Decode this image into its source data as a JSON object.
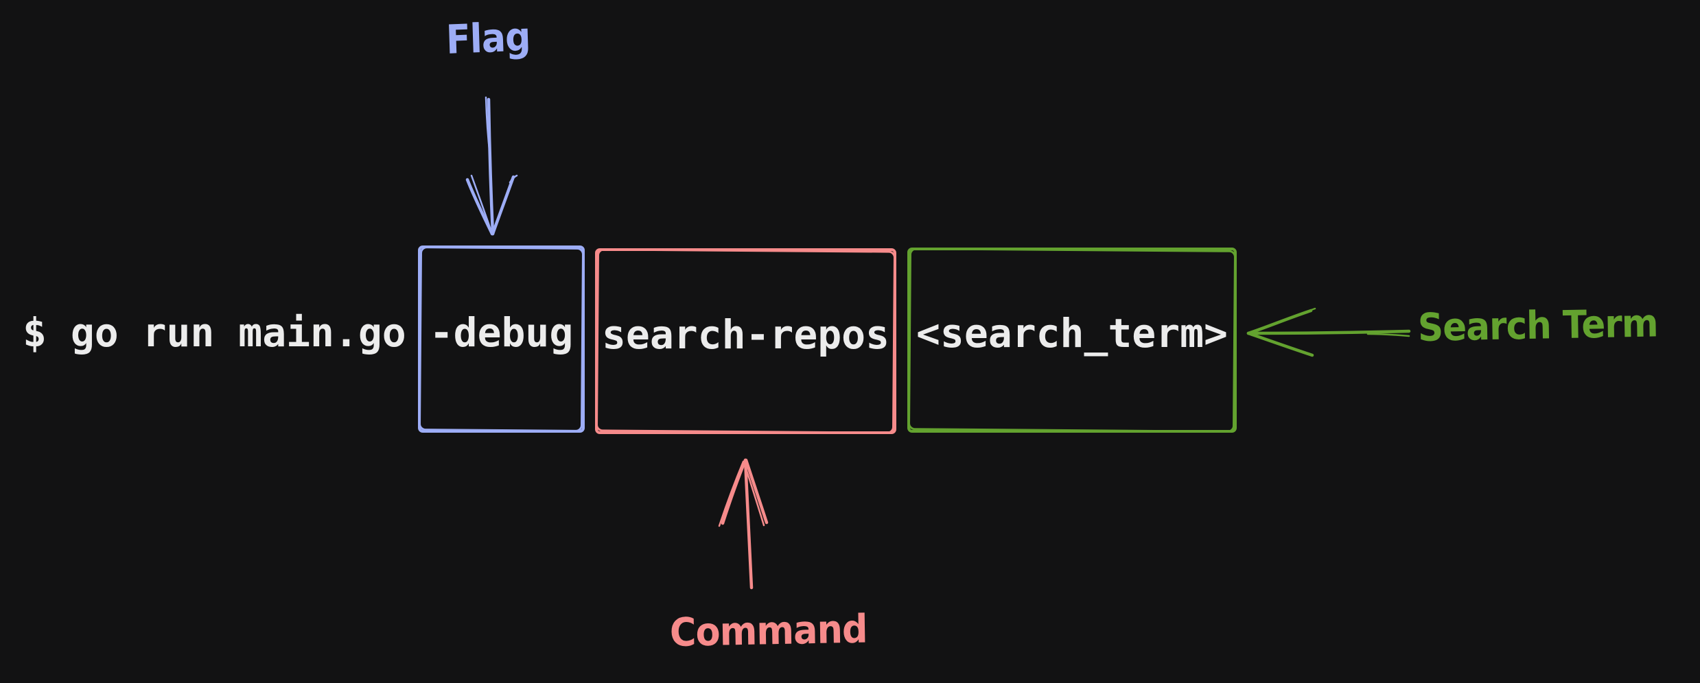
{
  "colors": {
    "background": "#121213",
    "command_text": "#ececec",
    "flag_accent": "#9dadf6",
    "command_accent": "#f68b8b",
    "search_term_accent": "#63a22f"
  },
  "command": {
    "prefix": "$ go run main.go",
    "flag_token": "-debug",
    "command_token": "search-repos",
    "argument_token": "<search_term>"
  },
  "annotations": {
    "flag": {
      "label": "Flag"
    },
    "command": {
      "label": "Command"
    },
    "search_term": {
      "label": "Search Term"
    }
  }
}
